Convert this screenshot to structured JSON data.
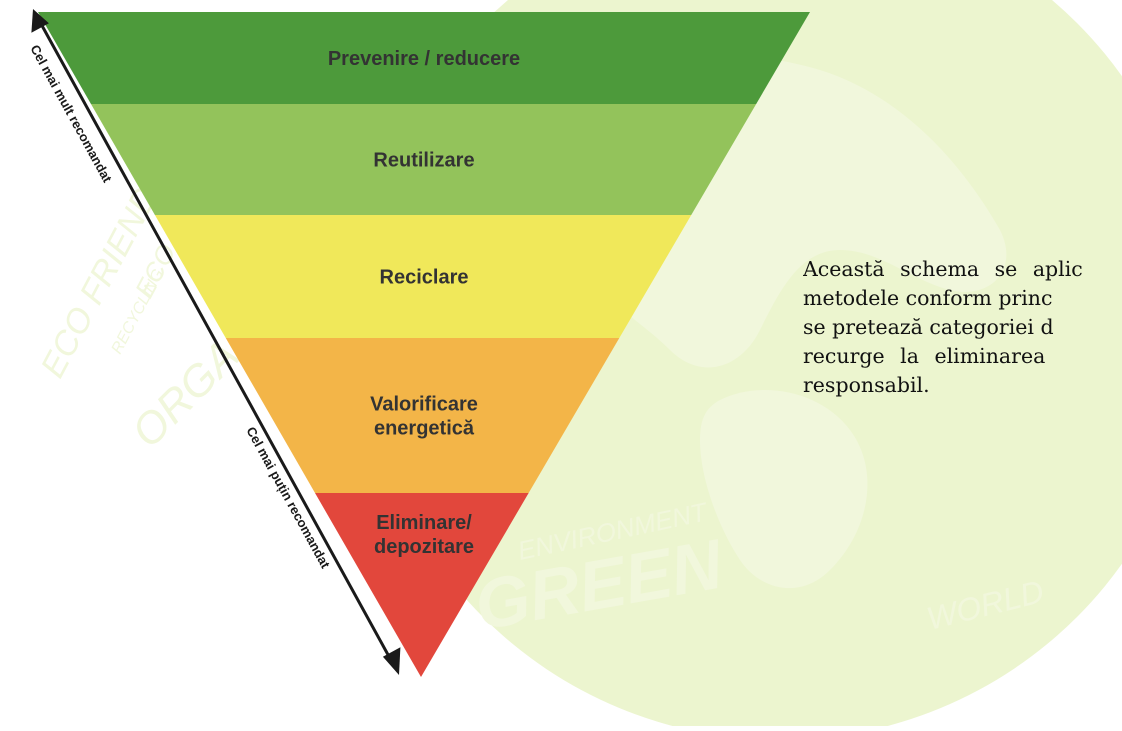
{
  "levels": [
    {
      "label_lines": [
        "Prevenire / reducere"
      ],
      "color": "#4d9a3b"
    },
    {
      "label_lines": [
        "Reutilizare"
      ],
      "color": "#93c35b"
    },
    {
      "label_lines": [
        "Reciclare"
      ],
      "color": "#f0e85a"
    },
    {
      "label_lines": [
        "Valorificare",
        "energetică"
      ],
      "color": "#f3b548"
    },
    {
      "label_lines": [
        "Eliminare/",
        "depozitare"
      ],
      "color": "#e2473c"
    }
  ],
  "arrow": {
    "top_label": "Cel mai mult recomandat",
    "bottom_label": "Cel mai puțin recomandat"
  },
  "watermark": {
    "eco_friendly": "ECO FRIENDLY LIFE",
    "eco": "ECO",
    "recycling": "RECYCLING",
    "organic": "ORGANIC",
    "green": "GREEN",
    "environment": "ENVIRONMENT",
    "world": "WORLD",
    "globe_color": "#ecf5cf",
    "green_text_color": "#f1f7dc"
  },
  "side_text": {
    "lines": [
      "Această schema se aplic",
      "metodele conform princ",
      "se pretează categoriei d",
      "recurge la eliminarea",
      "responsabil."
    ]
  }
}
